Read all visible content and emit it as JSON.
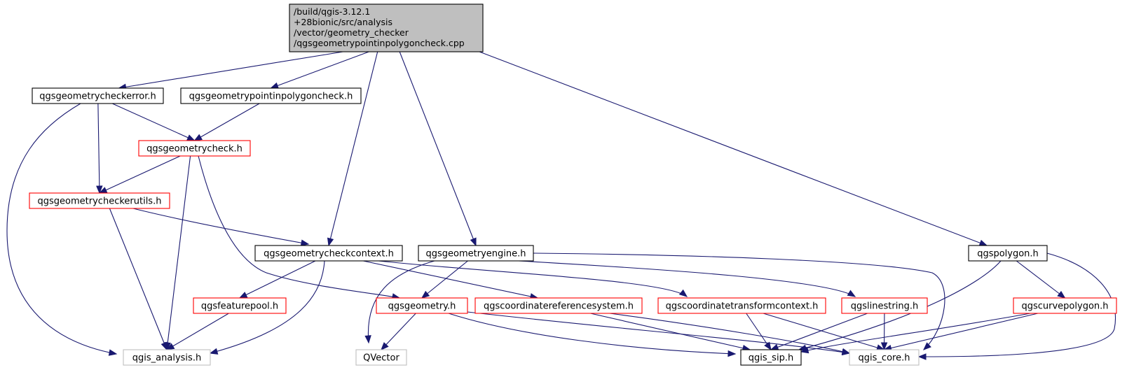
{
  "diagram": {
    "nodes": [
      {
        "id": "root",
        "lines": [
          "/build/qgis-3.12.1",
          "+28bionic/src/analysis",
          "/vector/geometry_checker",
          "/qgsgeometrypointinpolygoncheck.cpp"
        ],
        "style": "root"
      },
      {
        "id": "checkerror",
        "label": "qgsgeometrycheckerror.h",
        "style": "black"
      },
      {
        "id": "pipcheck",
        "label": "qgsgeometrypointinpolygoncheck.h",
        "style": "black"
      },
      {
        "id": "check",
        "label": "qgsgeometrycheck.h",
        "style": "red"
      },
      {
        "id": "checkerutils",
        "label": "qgsgeometrycheckerutils.h",
        "style": "red"
      },
      {
        "id": "checkcontext",
        "label": "qgsgeometrycheckcontext.h",
        "style": "black"
      },
      {
        "id": "engine",
        "label": "qgsgeometryengine.h",
        "style": "black"
      },
      {
        "id": "polygon",
        "label": "qgspolygon.h",
        "style": "black"
      },
      {
        "id": "featurepool",
        "label": "qgsfeaturepool.h",
        "style": "red"
      },
      {
        "id": "geometry",
        "label": "qgsgeometry.h",
        "style": "red"
      },
      {
        "id": "crs",
        "label": "qgscoordinatereferencesystem.h",
        "style": "red"
      },
      {
        "id": "ctc",
        "label": "qgscoordinatetransformcontext.h",
        "style": "red"
      },
      {
        "id": "linestring",
        "label": "qgslinestring.h",
        "style": "red"
      },
      {
        "id": "curvepolygon",
        "label": "qgscurvepolygon.h",
        "style": "red"
      },
      {
        "id": "analysis",
        "label": "qgis_analysis.h",
        "style": "gray"
      },
      {
        "id": "qvector",
        "label": "QVector",
        "style": "gray"
      },
      {
        "id": "sip",
        "label": "qgis_sip.h",
        "style": "black"
      },
      {
        "id": "core",
        "label": "qgis_core.h",
        "style": "gray"
      }
    ],
    "edges": [
      {
        "from": "root",
        "to": "checkerror"
      },
      {
        "from": "root",
        "to": "pipcheck"
      },
      {
        "from": "root",
        "to": "checkcontext"
      },
      {
        "from": "root",
        "to": "engine"
      },
      {
        "from": "root",
        "to": "polygon"
      },
      {
        "from": "checkerror",
        "to": "analysis"
      },
      {
        "from": "checkerror",
        "to": "checkerutils"
      },
      {
        "from": "checkerror",
        "to": "check"
      },
      {
        "from": "pipcheck",
        "to": "check"
      },
      {
        "from": "check",
        "to": "checkerutils"
      },
      {
        "from": "check",
        "to": "analysis"
      },
      {
        "from": "check",
        "to": "geometry"
      },
      {
        "from": "checkerutils",
        "to": "analysis"
      },
      {
        "from": "checkerutils",
        "to": "checkcontext"
      },
      {
        "from": "checkcontext",
        "to": "featurepool"
      },
      {
        "from": "checkcontext",
        "to": "analysis"
      },
      {
        "from": "checkcontext",
        "to": "crs"
      },
      {
        "from": "checkcontext",
        "to": "ctc"
      },
      {
        "from": "engine",
        "to": "qvector"
      },
      {
        "from": "engine",
        "to": "geometry"
      },
      {
        "from": "engine",
        "to": "linestring"
      },
      {
        "from": "engine",
        "to": "core"
      },
      {
        "from": "polygon",
        "to": "sip"
      },
      {
        "from": "polygon",
        "to": "curvepolygon"
      },
      {
        "from": "polygon",
        "to": "core"
      },
      {
        "from": "featurepool",
        "to": "analysis"
      },
      {
        "from": "geometry",
        "to": "qvector"
      },
      {
        "from": "geometry",
        "to": "sip"
      },
      {
        "from": "geometry",
        "to": "core"
      },
      {
        "from": "crs",
        "to": "sip"
      },
      {
        "from": "crs",
        "to": "core"
      },
      {
        "from": "ctc",
        "to": "sip"
      },
      {
        "from": "ctc",
        "to": "core"
      },
      {
        "from": "linestring",
        "to": "sip"
      },
      {
        "from": "linestring",
        "to": "core"
      },
      {
        "from": "curvepolygon",
        "to": "sip"
      },
      {
        "from": "curvepolygon",
        "to": "core"
      }
    ]
  }
}
